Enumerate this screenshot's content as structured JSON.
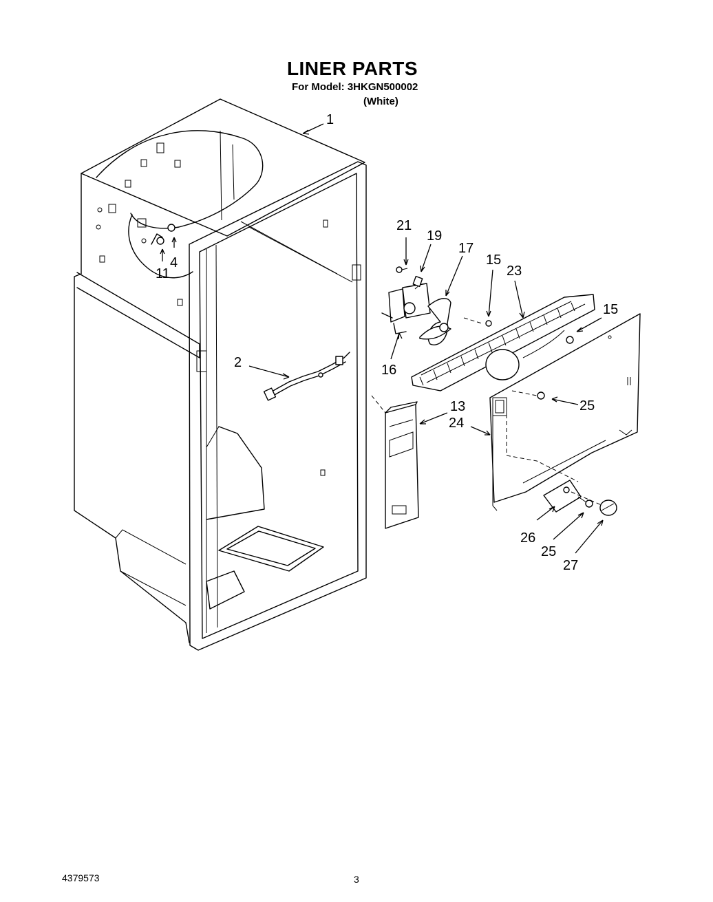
{
  "header": {
    "title": "LINER PARTS",
    "model_line": "For Model: 3HKGN500002",
    "color_line": "(White)"
  },
  "callouts": [
    "1",
    "2",
    "4",
    "11",
    "13",
    "15",
    "15",
    "16",
    "17",
    "19",
    "21",
    "23",
    "24",
    "25",
    "25",
    "26",
    "27"
  ],
  "footer": {
    "part_number": "4379573",
    "page_number": "3"
  }
}
